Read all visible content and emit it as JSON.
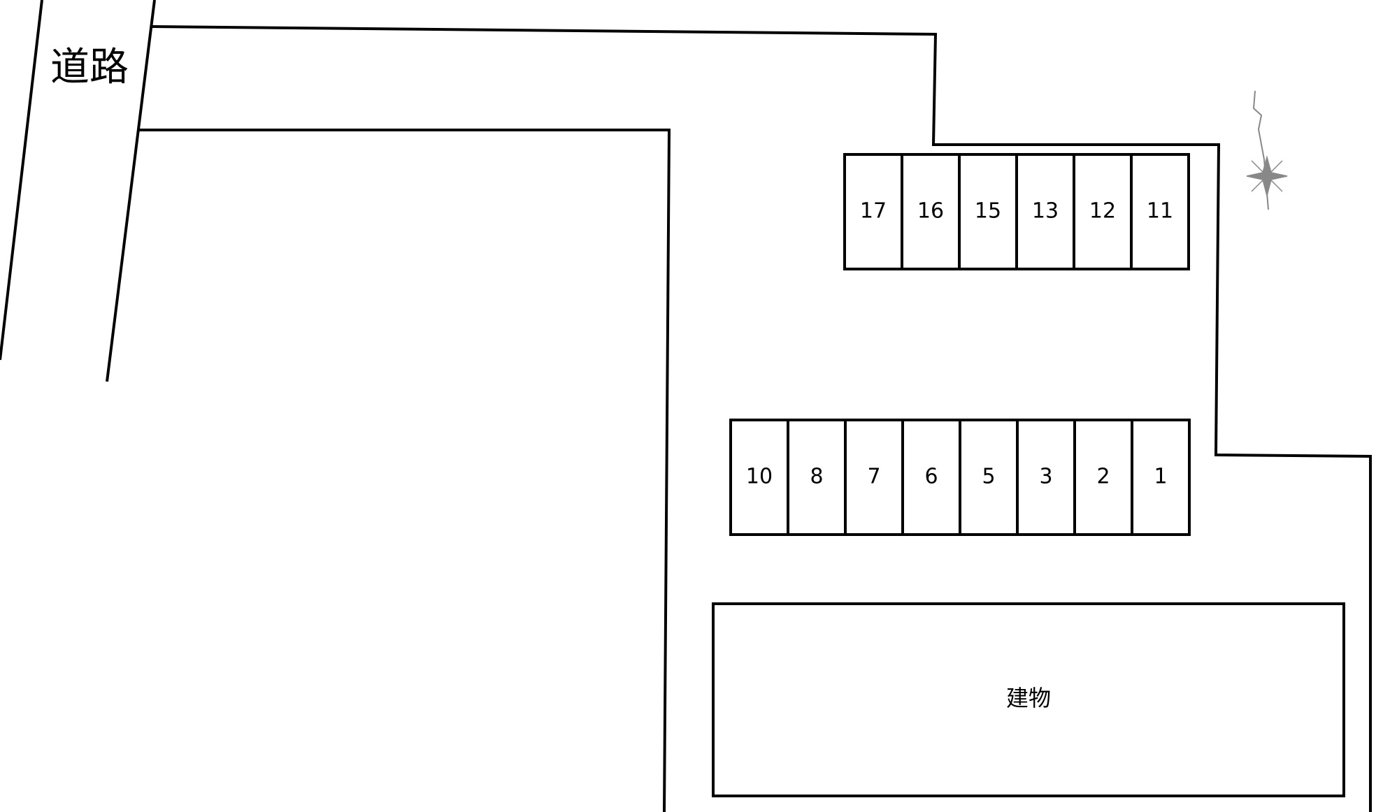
{
  "road_label": "道路",
  "building_label": "建物",
  "north_marker_icon": "compass-star-icon",
  "slots_north_row": [
    "17",
    "16",
    "15",
    "13",
    "12",
    "11"
  ],
  "slots_south_row": [
    "10",
    "8",
    "7",
    "6",
    "5",
    "3",
    "2",
    "1"
  ],
  "colors": {
    "line": "#000000",
    "background": "#ffffff",
    "compass": "#888888"
  }
}
